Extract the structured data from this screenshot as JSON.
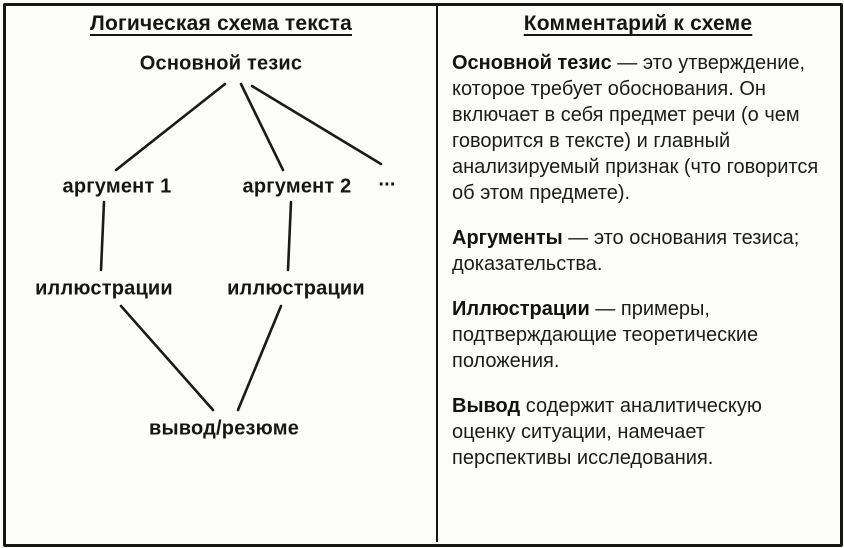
{
  "scheme": {
    "title": "Логическая схема текста",
    "nodes": {
      "thesis": "Основной тезис",
      "argument1": "аргумент 1",
      "argument2": "аргумент 2",
      "ellipsis": "...",
      "illustrations1": "иллюстрации",
      "illustrations2": "иллюстрации",
      "conclusion": "вывод/резюме"
    }
  },
  "comment": {
    "title": "Комментарий к схеме",
    "paragraphs": [
      {
        "lead": "Основной тезис",
        "rest": " — это утверждение, которое требует обоснования. Он включает в себя предмет речи (о чем говорится в тексте) и главный анализируемый признак (что говорится об этом предмете)."
      },
      {
        "lead": "Аргументы",
        "rest": " — это основания тезиса; доказательства."
      },
      {
        "lead": "Иллюстрации",
        "rest": " — примеры, подтверждающие теоретические положения."
      },
      {
        "lead": "Вывод",
        "rest": " содержит аналитическую оценку ситуации, намечает перспективы исследования."
      }
    ]
  },
  "colors": {
    "ink": "#151515",
    "background": "#fcfcfa"
  }
}
